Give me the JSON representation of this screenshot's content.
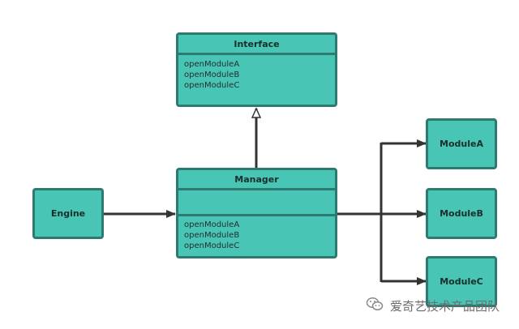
{
  "diagram": {
    "interface": {
      "title": "Interface",
      "methods": [
        "openModuleA",
        "openModuleB",
        "openModuleC"
      ]
    },
    "manager": {
      "title": "Manager",
      "methods": [
        "openModuleA",
        "openModuleB",
        "openModuleC"
      ]
    },
    "engine": {
      "label": "Engine"
    },
    "modules": [
      {
        "label": "ModuleA"
      },
      {
        "label": "ModuleB"
      },
      {
        "label": "ModuleC"
      }
    ]
  },
  "watermark": {
    "text": "爱奇艺技术产品团队",
    "icon": "wechat-icon",
    "color": "#6b6b6b"
  },
  "colors": {
    "box_fill": "#48c5b5",
    "box_border": "#2d7a70",
    "connector": "#333333"
  }
}
